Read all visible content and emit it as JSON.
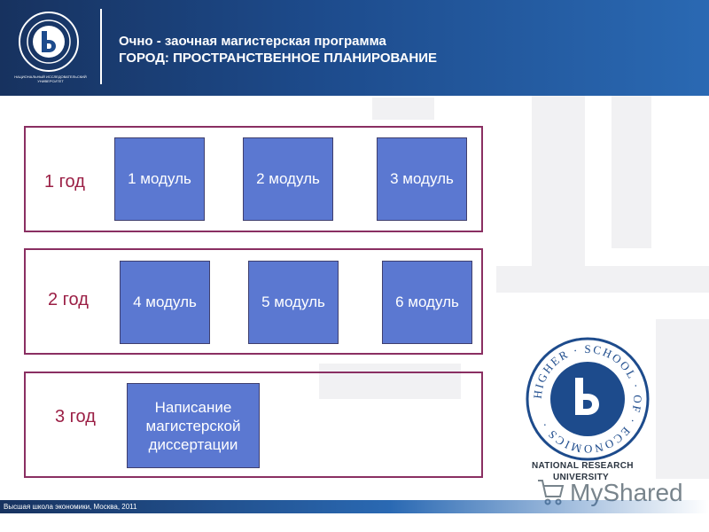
{
  "header": {
    "university_small": "НАЦИОНАЛЬНЫЙ ИССЛЕДОВАТЕЛЬСКИЙ УНИВЕРСИТЕТ",
    "title_line1": "Очно - заочная магистерская программа",
    "title_line2": "ГОРОД: ПРОСТРАНСТВЕННОЕ  ПЛАНИРОВАНИЕ"
  },
  "years": [
    {
      "label": "1 год",
      "modules": [
        "1 модуль",
        "2 модуль",
        "3 модуль"
      ]
    },
    {
      "label": "2 год",
      "modules": [
        "4 модуль",
        "5 модуль",
        "6 модуль"
      ]
    },
    {
      "label": "3 год",
      "thesis": [
        "Написание",
        "магистерской",
        "диссертации"
      ]
    }
  ],
  "footer": {
    "text": "Высшая школа экономики, Москва, 2011"
  },
  "logo": {
    "seal_text": "HIGHER · SCHOOL · OF · ECONOMICS ·",
    "name_line1": "NATIONAL RESEARCH",
    "name_line2": "UNIVERSITY",
    "watermark_text": "MyShared"
  },
  "colors": {
    "header": "#1d4b8c",
    "module_fill": "#5b78d1",
    "band_border": "#8a2f62",
    "year_text": "#9b1f45"
  }
}
